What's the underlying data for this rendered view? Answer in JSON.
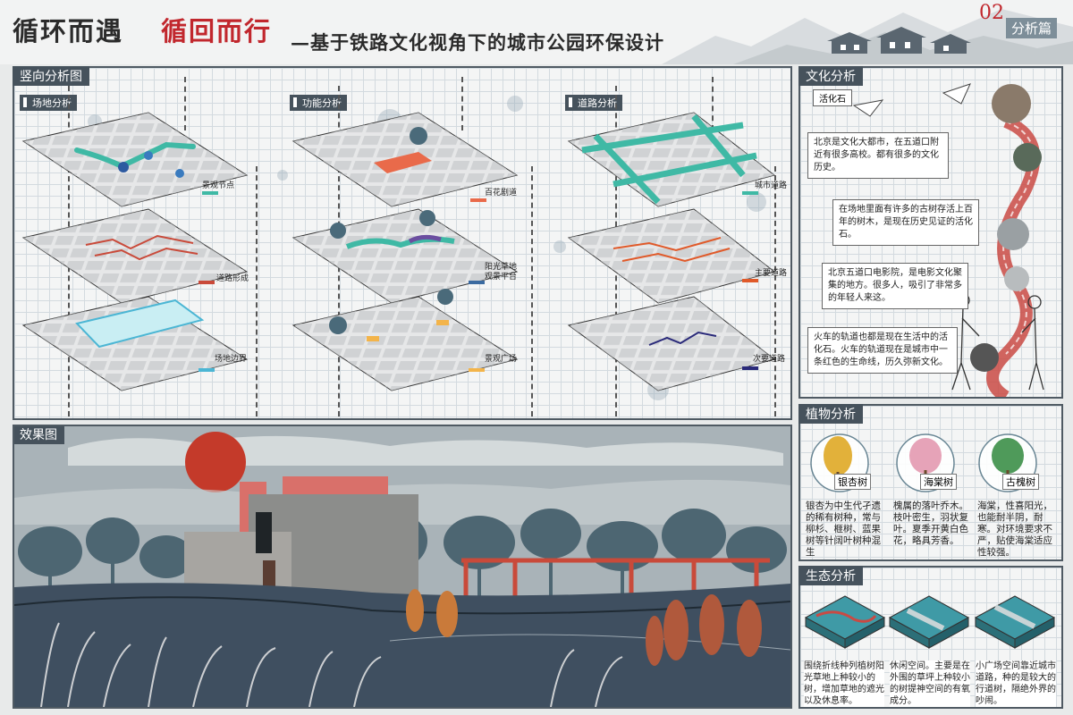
{
  "header": {
    "title_main": "循环而遇",
    "title_red": "循回而行",
    "subtitle": "—基于铁路文化视角下的城市公园环保设计",
    "page_number": "02",
    "page_label": "分析篇"
  },
  "vertical": {
    "title": "竖向分析图",
    "columns": [
      {
        "label": "场地分析",
        "layers": [
          "景观节点",
          "道路形成",
          "场地边界"
        ]
      },
      {
        "label": "功能分析",
        "layers": [
          "百花剧道",
          "阳光草地 观景平台",
          "景观广场"
        ]
      },
      {
        "label": "道路分析",
        "layers": [
          "城市道路",
          "主要道路",
          "次要道路"
        ]
      }
    ]
  },
  "render": {
    "title": "效果图"
  },
  "culture": {
    "title": "文化分析",
    "sub_label": "活化石",
    "texts": [
      "北京是文化大都市，在五道口附近有很多高校。都有很多的文化历史。",
      "在场地里面有许多的古树存活上百年的树木，是现在历史见证的活化石。",
      "北京五道口电影院，是电影文化聚集的地方。很多人，吸引了非常多的年轻人来这。",
      "火车的轨道也都是现在生活中的活化石。火车的轨道现在是城市中一条红色的生命线，历久弥新文化。"
    ]
  },
  "plants": {
    "title": "植物分析",
    "items": [
      {
        "name": "银杏树",
        "desc": "银杏为中生代孑遗的稀有树种，常与柳杉、榧树、蓝果树等针阔叶树种混生"
      },
      {
        "name": "海棠树",
        "desc": "槐属的落叶乔木。枝叶密生，羽状复叶。夏季开黄白色花，略具芳香。"
      },
      {
        "name": "古槐树",
        "desc": "海棠，性喜阳光，也能耐半阴，耐寒。对环境要求不严，贴使海棠适应性较强。"
      }
    ]
  },
  "ecology": {
    "title": "生态分析",
    "texts": [
      "围绕折线种列植树阳光草地上种较小的树，增加草地的遮光以及休息率。",
      "休闲空间。主要是在外围的草坪上种较小的树提神空间的有氧成分。",
      "小广场空间靠近城市道路，种的是较大的行道树，隔绝外界的吵闹。"
    ]
  },
  "colors": {
    "accent_red": "#c1272d",
    "panel_border": "#4f5a63",
    "tag_bg": "#46525c",
    "teal": "#3fb9a5",
    "sky": "#a9b3b8",
    "ground": "#3f4f60"
  }
}
